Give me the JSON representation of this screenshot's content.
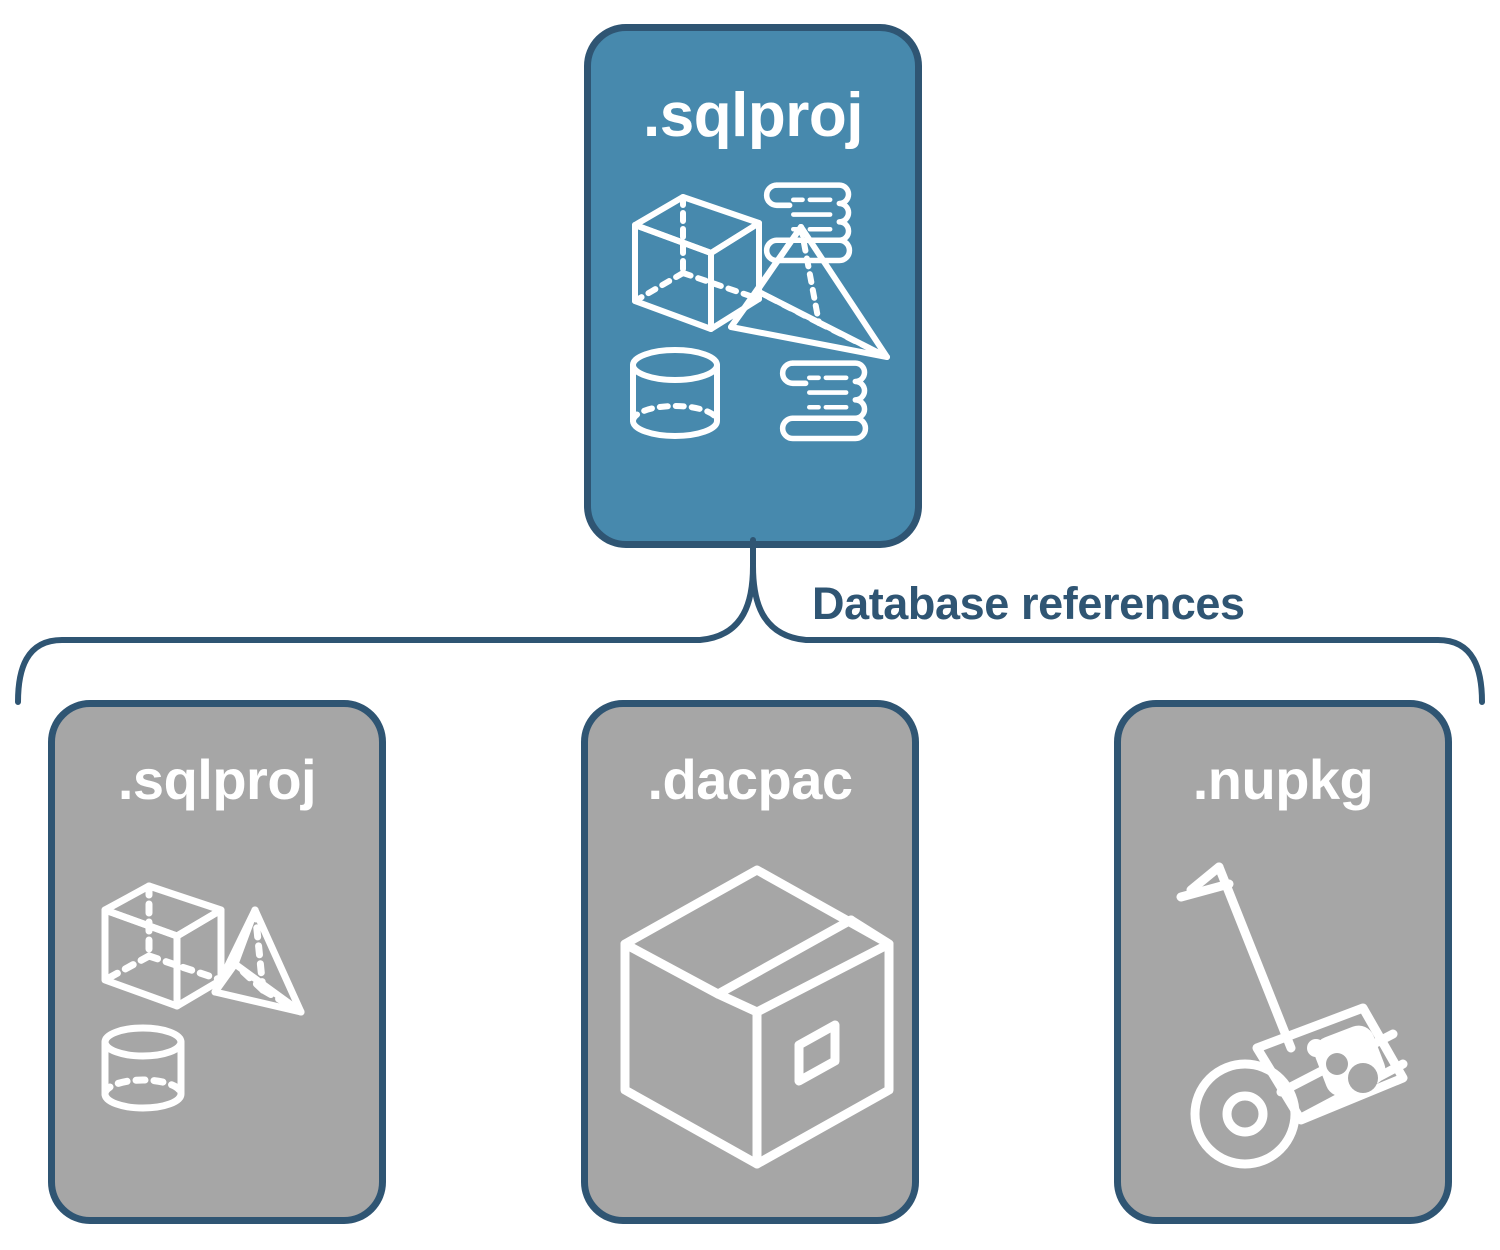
{
  "diagram": {
    "title_text": "Database references",
    "colors": {
      "accent_blue": "#4789ad",
      "border_navy": "#2f5573",
      "node_gray": "#a6a6a6",
      "icon_white": "#ffffff",
      "background": "#ffffff"
    }
  },
  "root_node": {
    "label": ".sqlproj",
    "fill": "#4789ad",
    "icons": [
      "cube-wireframe-icon",
      "pyramid-wireframe-icon",
      "cylinder-wireframe-icon",
      "scroll-icon",
      "scroll-icon"
    ]
  },
  "connector": {
    "label": "Database references",
    "style": "curly-brace",
    "direction": "one-to-many"
  },
  "child_nodes": [
    {
      "label": ".sqlproj",
      "fill": "#a6a6a6",
      "icons": [
        "cube-wireframe-icon",
        "pyramid-wireframe-icon",
        "cylinder-wireframe-icon"
      ]
    },
    {
      "label": ".dacpac",
      "fill": "#a6a6a6",
      "icons": [
        "cardboard-box-icon"
      ]
    },
    {
      "label": ".nupkg",
      "fill": "#a6a6a6",
      "icons": [
        "hand-truck-package-icon"
      ]
    }
  ]
}
